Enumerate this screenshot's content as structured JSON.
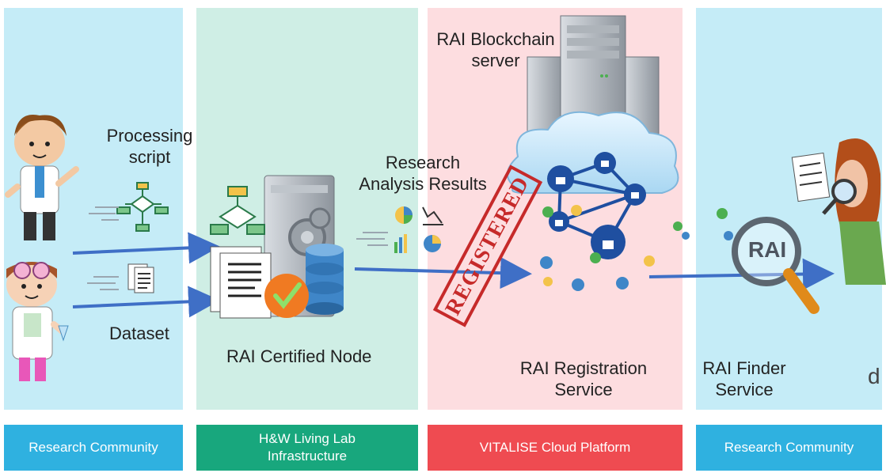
{
  "labels": {
    "processing_script": "Processing\nscript",
    "dataset": "Dataset",
    "research_analysis_results": "Research\nAnalysis Results",
    "rai_blockchain_server": "RAI Blockchain\nserver",
    "rai_certified_node": "RAI Certified Node",
    "rai_registration_service": "RAI Registration\nService",
    "rai_finder_service": "RAI Finder\nService",
    "registered_stamp": "REGISTERED",
    "rai_lens": "RAI",
    "stray_char": "d"
  },
  "footer": {
    "col1": "Research Community",
    "col2": "H&W Living Lab\nInfrastructure",
    "col3": "VITALISE Cloud Platform",
    "col4": "Research Community"
  },
  "colors": {
    "panel_research": "#c5ecf7",
    "panel_living_lab": "#cfeee5",
    "panel_cloud": "#fddde0",
    "footer_research": "#2fb1e0",
    "footer_living_lab": "#18a77d",
    "footer_cloud": "#ef4b51",
    "arrow": "#3f6fc6",
    "stamp": "#c62a2a"
  }
}
